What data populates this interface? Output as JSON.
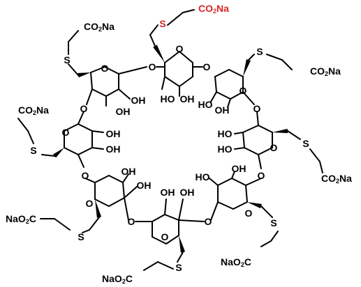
{
  "molecule": {
    "atom_labels": {
      "oxygen": "O",
      "sulfur": "S",
      "hydroxyl": "OH",
      "hydroxyl_left": "HO",
      "carboxylate_tail": "CO",
      "carboxylate_head": "NaO",
      "carboxylate_suffix": "C",
      "subscript_two": "2",
      "sodium": "Na"
    },
    "colors": {
      "bond": "#000000",
      "highlight": "#d62728"
    }
  }
}
